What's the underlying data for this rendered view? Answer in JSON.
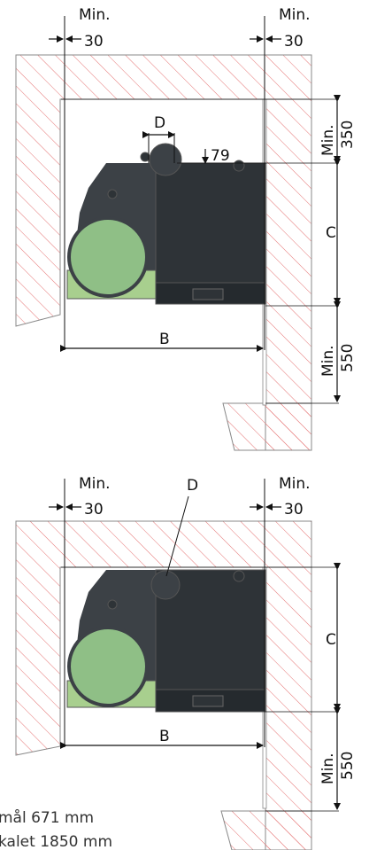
{
  "colors": {
    "wall_hatch": "#e57373",
    "wall_outline": "#888888",
    "appliance_body": "#3c4146",
    "appliance_dark": "#2e3337",
    "tank_fill": "#8fbf86",
    "tank_base": "#a8cf8e",
    "dimension_line": "#111111"
  },
  "diagram_top": {
    "min_left_label": "Min.",
    "min_left_value": "30",
    "min_right_label": "Min.",
    "min_right_value": "30",
    "dim_d_label": "D",
    "dim_79_label": "79",
    "min_350_label": "Min.",
    "min_350_value": "350",
    "dim_c_label": "C",
    "dim_b_label": "B",
    "min_550_label": "Min.",
    "min_550_value": "550"
  },
  "diagram_bottom": {
    "min_left_label": "Min.",
    "min_left_value": "30",
    "min_right_label": "Min.",
    "min_right_value": "30",
    "dim_d_label": "D",
    "dim_c_label": "C",
    "dim_b_label": "B",
    "min_550_label": "Min.",
    "min_550_value": "550"
  },
  "notes": {
    "line1": "mål 671 mm",
    "line2": "kalet 1850 mm"
  }
}
